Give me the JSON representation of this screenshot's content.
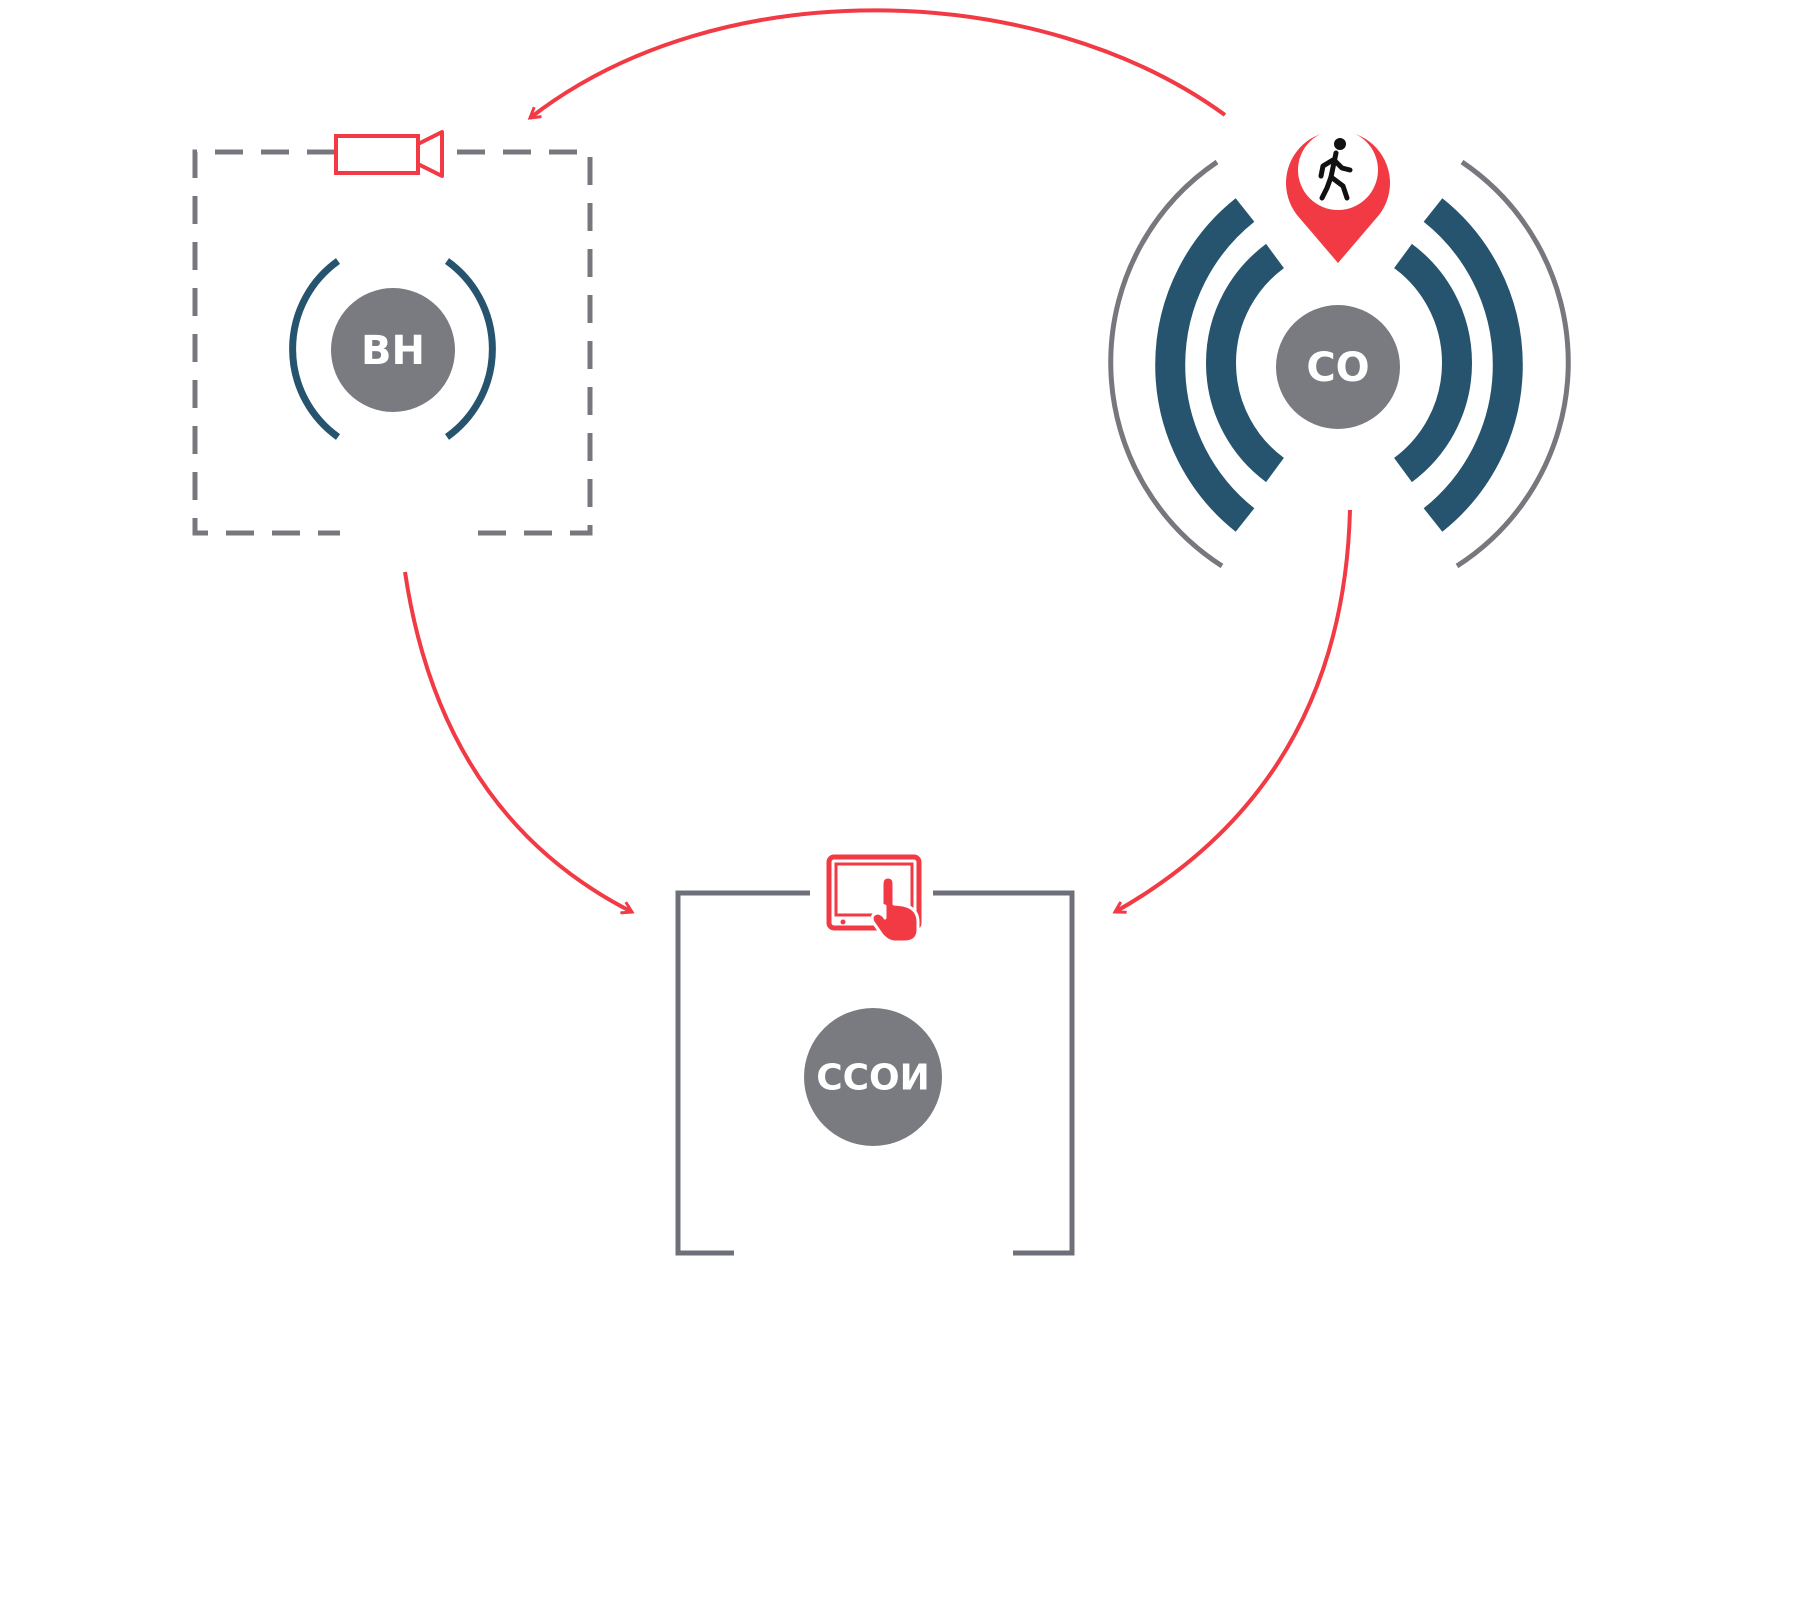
{
  "nodes": {
    "vn": {
      "label": "ВН"
    },
    "so": {
      "label": "СО"
    },
    "ssoi": {
      "label": "ССОИ"
    }
  },
  "icons": {
    "vn": "video-camera-icon",
    "so": "location-pin-walking-person-icon",
    "ssoi": "tablet-touch-icon"
  },
  "colors": {
    "accent_red": "#f23a45",
    "node_gray": "#7a7b80",
    "wave_dark": "#26546e",
    "frame_gray": "#6d7079",
    "dash_gray": "#77787d"
  }
}
